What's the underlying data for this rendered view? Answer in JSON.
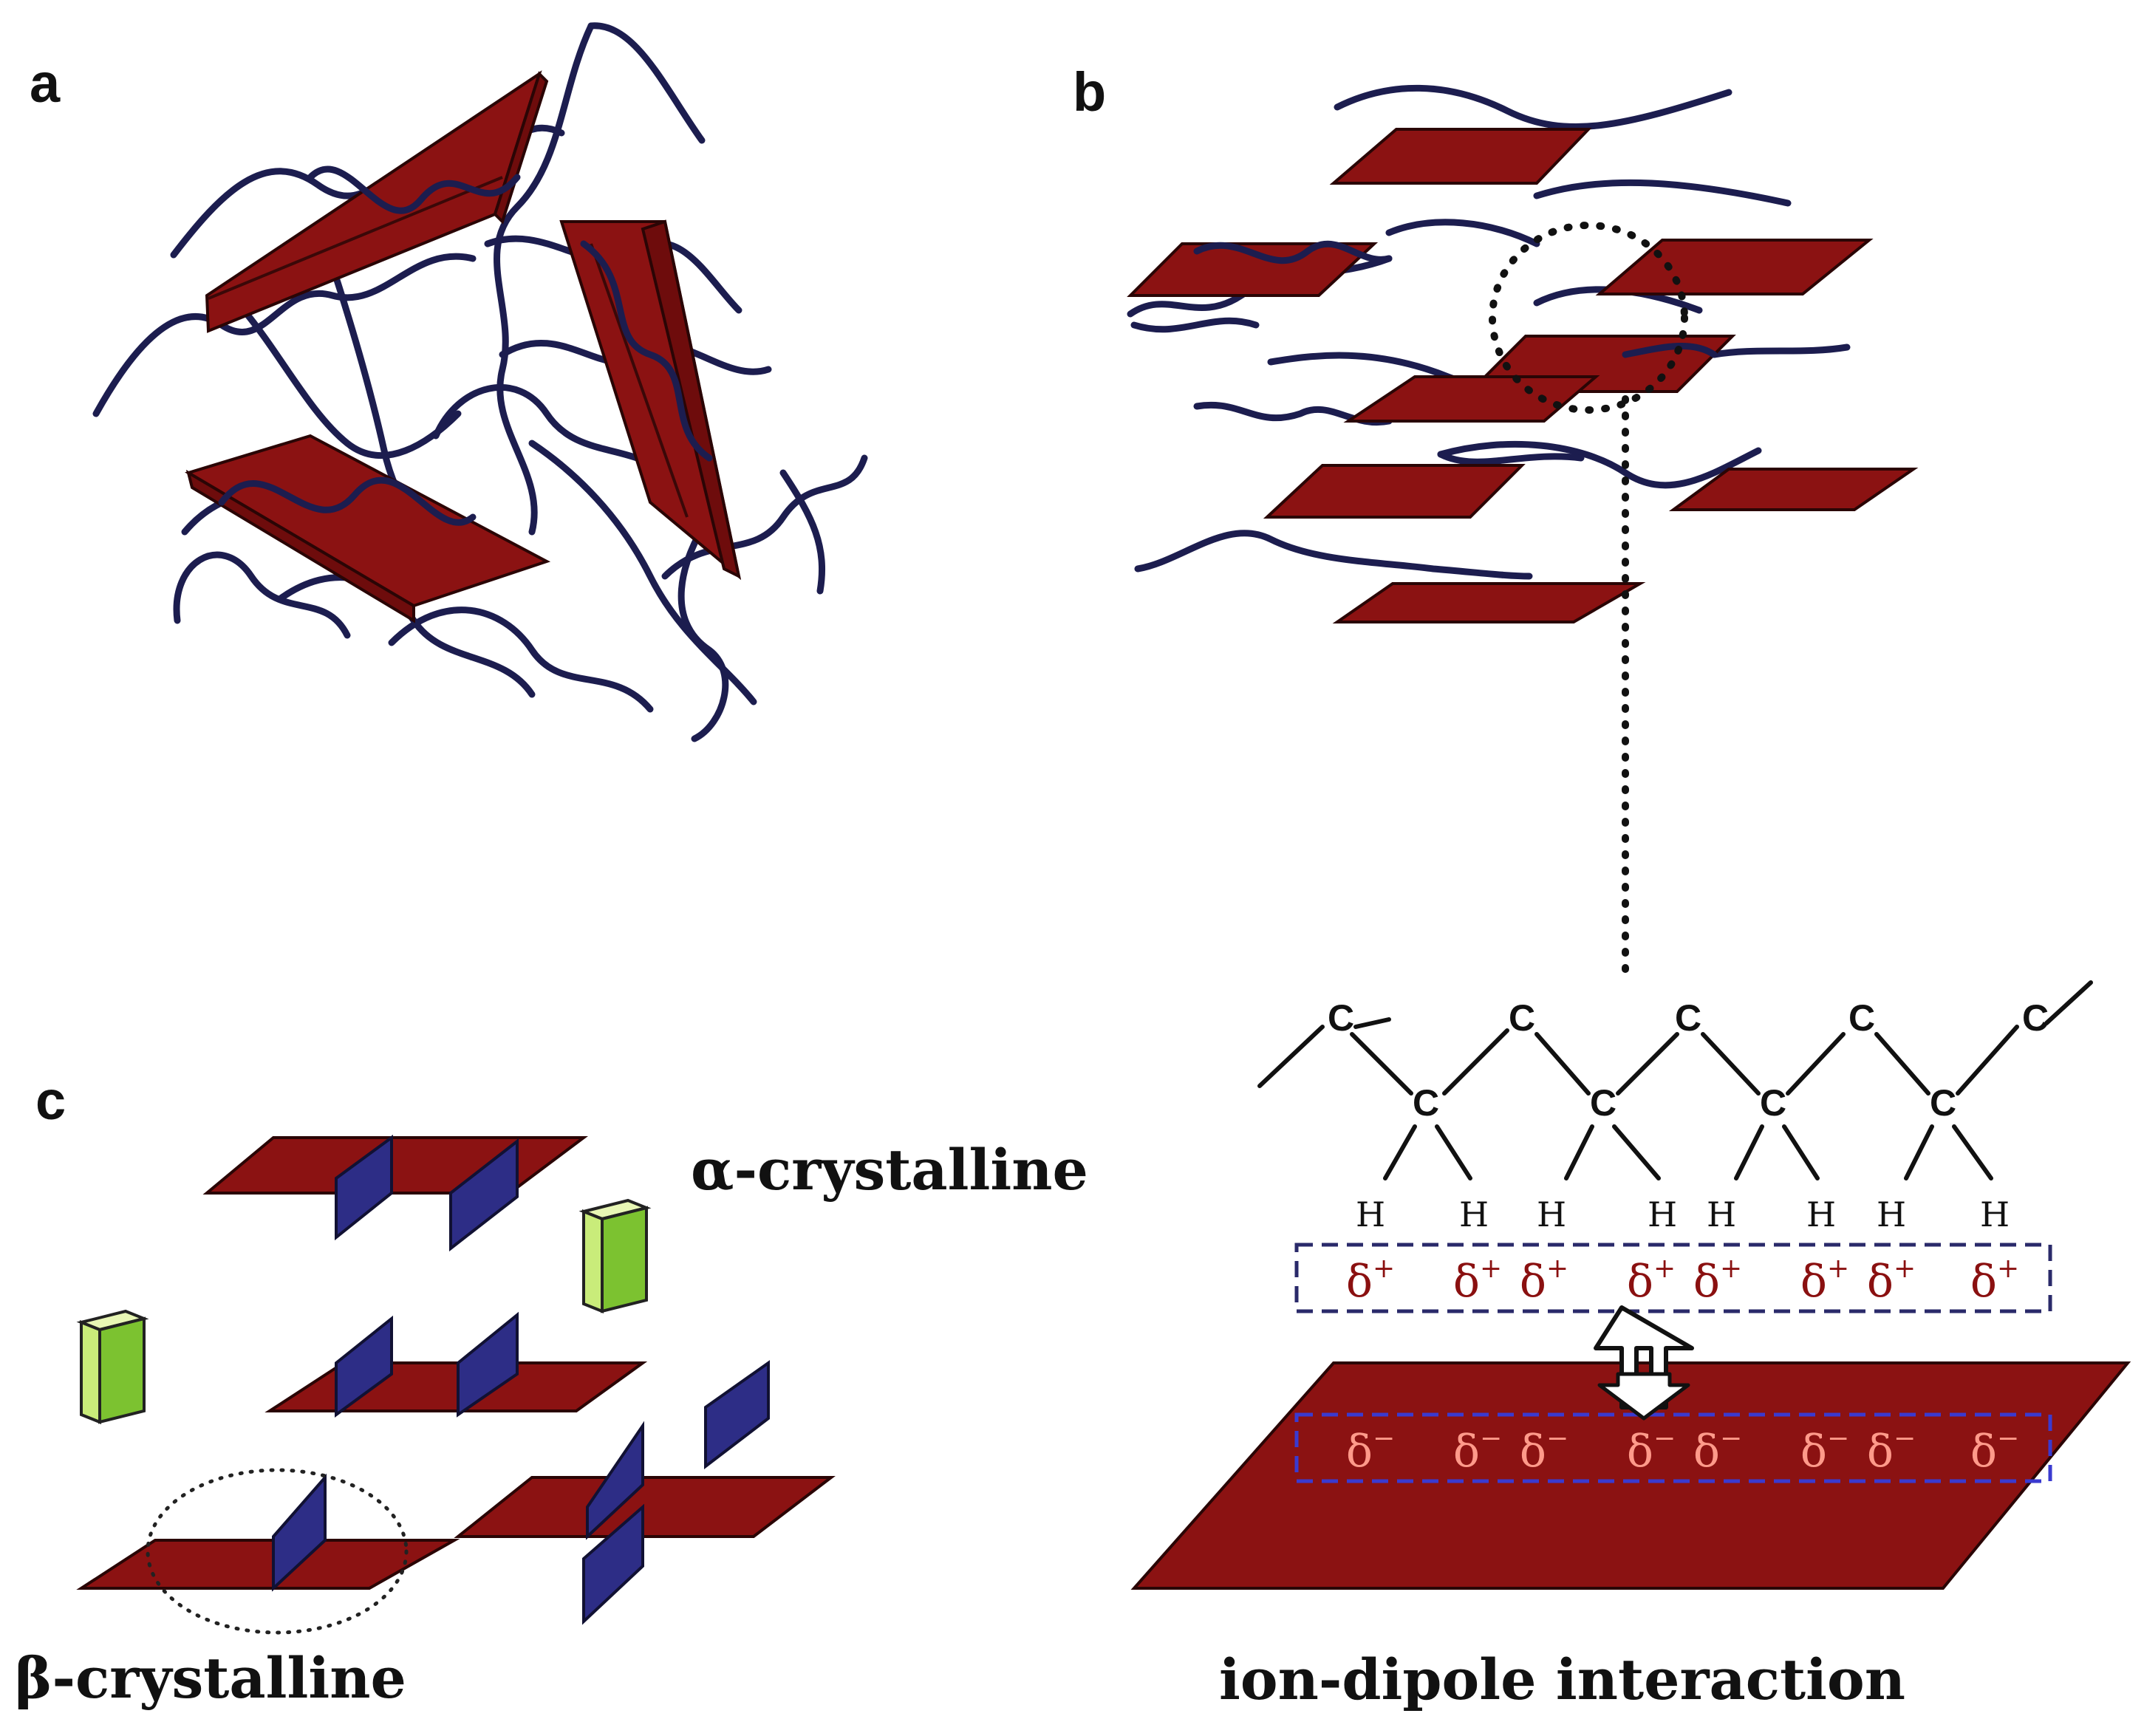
{
  "panels": {
    "a": {
      "letter": "a"
    },
    "b": {
      "letter": "b"
    },
    "c": {
      "letter": "c"
    }
  },
  "labels": {
    "alpha": "α-crystalline",
    "beta": "β-crystalline",
    "ion_dipole": "ion-dipole interaction"
  },
  "chem": {
    "carbon": "C",
    "hydrogen": "H",
    "delta_symbol": "δ",
    "plus": "+",
    "minus": "−",
    "dipole_positive_count": 8,
    "dipole_negative_count": 8
  },
  "colors": {
    "sheet": "#8b1212",
    "chain": "#1c1d4f",
    "blue_block": "#2d2d86",
    "green_block": "#7cc230",
    "delta_plus": "#8a1010",
    "delta_minus": "#ff9a8a",
    "dashed_box": "#2a2a6a"
  }
}
